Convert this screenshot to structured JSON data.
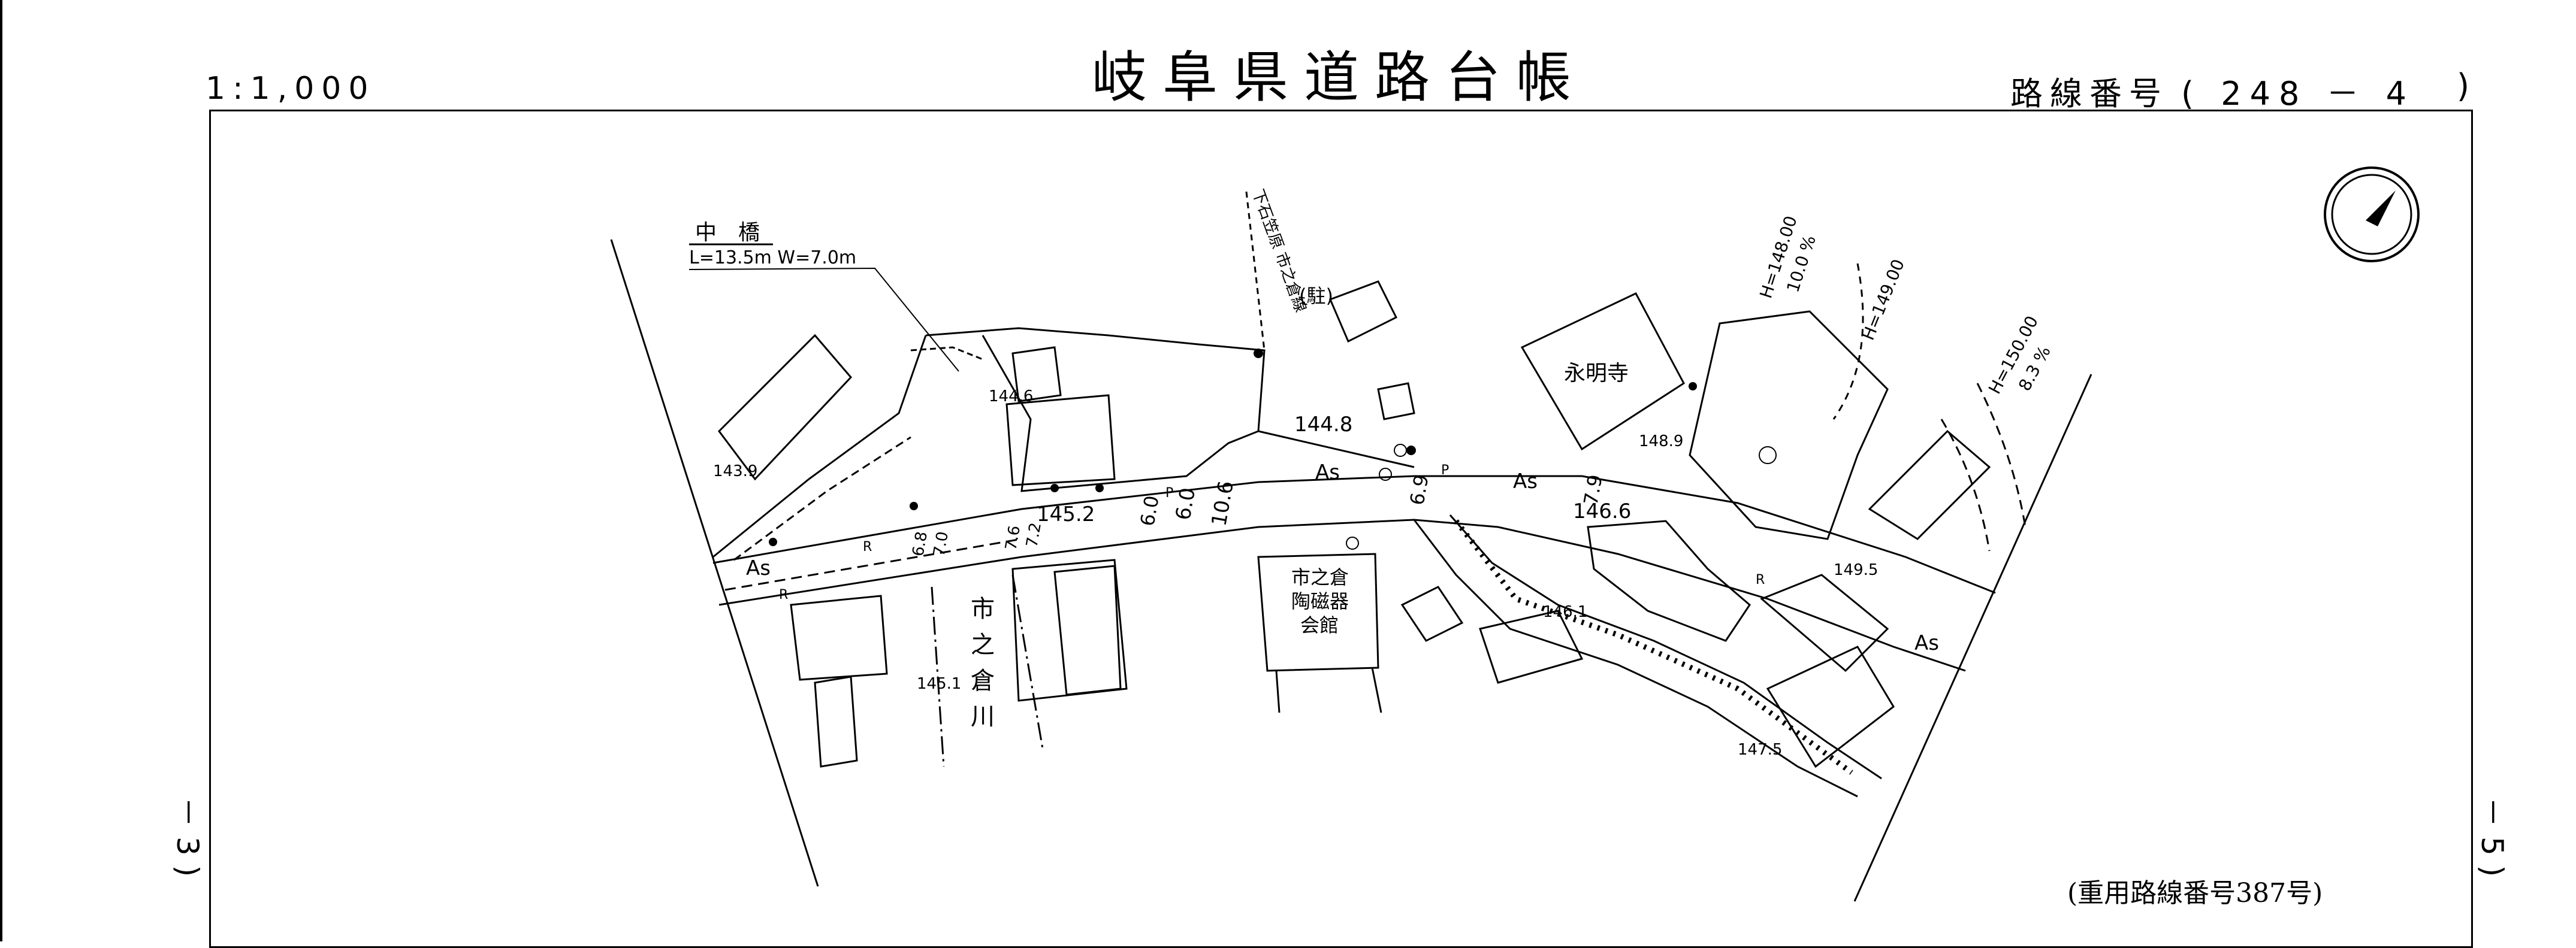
{
  "header": {
    "title": "岐阜県道路台帳",
    "scale": "1:1,000",
    "route_label": "路線番号",
    "route_number": "( 248 －  4",
    "route_close": ")"
  },
  "margins": {
    "left_page": "－ 3 )",
    "right_page": "－ 5 )"
  },
  "footer": {
    "shared_route": "(重用路線番号387号)"
  },
  "map": {
    "bridge_name": "中　橋",
    "bridge_dims": "L=13.5m  W=7.0m",
    "vertical_note": "下石笠原\n市之倉線",
    "parking": "(駐)",
    "temple": "永明寺",
    "hall": [
      "市之倉",
      "陶磁器",
      "会館"
    ],
    "river": [
      "市",
      "之",
      "倉",
      "川"
    ],
    "surface": "As",
    "elevations": [
      "144.8",
      "145.2",
      "146.6",
      "143.9",
      "144.6",
      "148.9",
      "146.1",
      "147.5",
      "145.1",
      "149.5"
    ],
    "widths": [
      "6.0",
      "10.6",
      "6.9",
      "7.9",
      "7.6",
      "7.2",
      "6.8",
      "7.0",
      "6.0"
    ],
    "grades": [
      {
        "h": "H=148.00",
        "pct": "10.0 %"
      },
      {
        "h": "H=149.00",
        "pct": ""
      },
      {
        "h": "H=150.00",
        "pct": "8.3 %"
      }
    ],
    "markers": [
      "R",
      "P"
    ],
    "north_arrow": "north-arrow-icon"
  }
}
